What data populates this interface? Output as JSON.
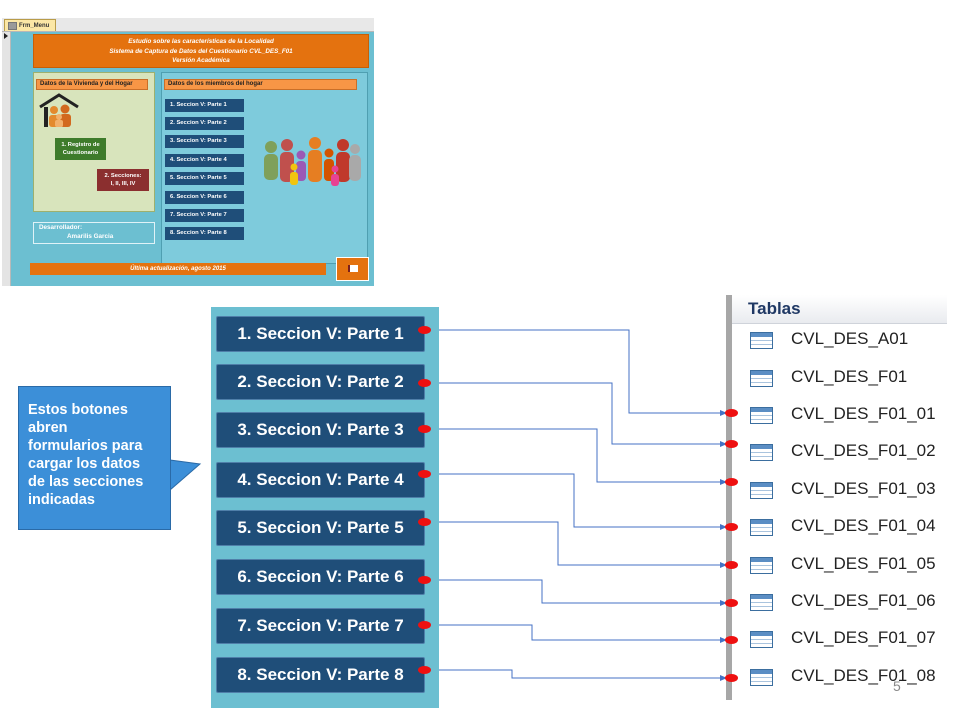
{
  "form_screenshot": {
    "tab_label": "Frm_Menu",
    "title_lines": [
      "Estudio sobre las características de la Localidad",
      "Sistema de Captura de Datos del Cuestionario CVL_DES_F01",
      "Versión Académica"
    ],
    "left_panel_title": "Datos de la Vivienda y del Hogar",
    "registro_button_lines": [
      "1. Registro de",
      "Cuestionario"
    ],
    "secciones_button_lines": [
      "2. Secciones:",
      "I, II, III, IV"
    ],
    "right_panel_title": "Datos de los miembros del hogar",
    "section_buttons": [
      "1. Seccion V: Parte 1",
      "2. Seccion V: Parte 2",
      "3. Seccion V: Parte 3",
      "4. Seccion V: Parte 4",
      "5. Seccion V: Parte 5",
      "6. Seccion V: Parte 6",
      "7. Seccion V: Parte 7",
      "8. Seccion V: Parte 8"
    ],
    "developer_lines": [
      "Desarrollador:",
      "Amarilis Garcia"
    ],
    "footer": "Última actualización, agosto 2015"
  },
  "big_buttons": [
    "1. Seccion V: Parte 1",
    "2. Seccion V: Parte 2",
    "3. Seccion V: Parte 3",
    "4. Seccion V: Parte 4",
    "5. Seccion V: Parte 5",
    "6. Seccion V: Parte 6",
    "7. Seccion V: Parte 7",
    "8. Seccion V: Parte 8"
  ],
  "tables": {
    "header": "Tablas",
    "items": [
      "CVL_DES_A01",
      "CVL_DES_F01",
      "CVL_DES_F01_01",
      "CVL_DES_F01_02",
      "CVL_DES_F01_03",
      "CVL_DES_F01_04",
      "CVL_DES_F01_05",
      "CVL_DES_F01_06",
      "CVL_DES_F01_07",
      "CVL_DES_F01_08"
    ]
  },
  "connections": [
    {
      "from": "1. Seccion V: Parte 1",
      "to": "CVL_DES_F01_01"
    },
    {
      "from": "2. Seccion V: Parte 2",
      "to": "CVL_DES_F01_02"
    },
    {
      "from": "3. Seccion V: Parte 3",
      "to": "CVL_DES_F01_03"
    },
    {
      "from": "4. Seccion V: Parte 4",
      "to": "CVL_DES_F01_04"
    },
    {
      "from": "5. Seccion V: Parte 5",
      "to": "CVL_DES_F01_05"
    },
    {
      "from": "6. Seccion V: Parte 6",
      "to": "CVL_DES_F01_06"
    },
    {
      "from": "7. Seccion V: Parte 7",
      "to": "CVL_DES_F01_07"
    },
    {
      "from": "8. Seccion V: Parte 8",
      "to": "CVL_DES_F01_08"
    }
  ],
  "callout_lines": [
    "Estos botones",
    "abren",
    "formularios para",
    "cargar los datos",
    "de las secciones",
    "indicadas"
  ],
  "page_number": "5",
  "colors": {
    "form_background": "#6cbfd1",
    "banner_orange": "#e4720f",
    "button_navy": "#1f4e79",
    "connector_blue": "#4472c4",
    "dot_red": "#ee1010",
    "callout_blue": "#3c8fd8"
  },
  "icons": {
    "house_family": "house-family-icon",
    "family_group": "family-group-icon",
    "table": "table-icon",
    "exit": "exit-door-icon"
  }
}
